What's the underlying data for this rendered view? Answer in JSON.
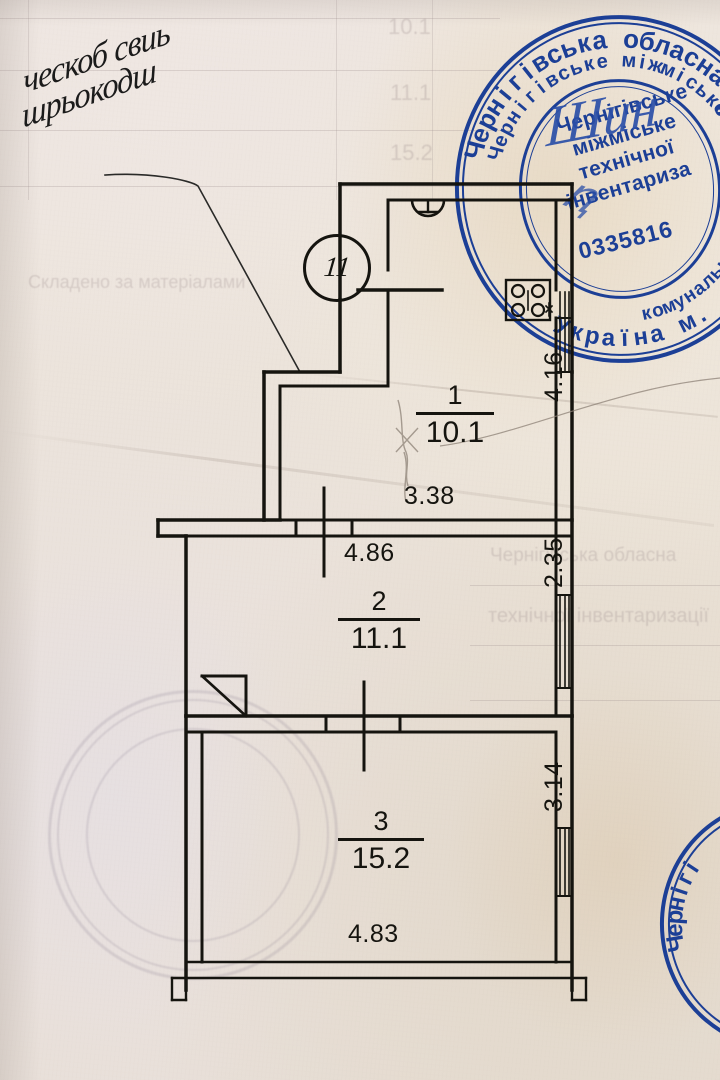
{
  "document": {
    "type": "technical-inventory-floor-plan",
    "apartment_number": "11"
  },
  "handwritten_note": {
    "line1": "ческоб свиь",
    "line2": "шрьокодш"
  },
  "rooms": [
    {
      "number": "1",
      "area": "10.1",
      "width": "3.38",
      "height": "4.16"
    },
    {
      "number": "2",
      "area": "11.1",
      "width": "4.86",
      "height": "2.35"
    },
    {
      "number": "3",
      "area": "15.2",
      "width": "4.83",
      "height": "3.14"
    }
  ],
  "dimensions": {
    "room1_horizontal": "3.38",
    "room1_vertical": "4.16",
    "room2_horizontal": "4.86",
    "room2_vertical": "2.35",
    "room3_horizontal": "4.83",
    "room3_vertical": "3.14"
  },
  "stamp_main": {
    "outer_ring_text": "Чернігівська обласна р",
    "outer_ring_text_2": "Чернігівське міжміське бюро",
    "outer_ring_text_3": "комунальне підприємство",
    "outer_ring_text_4": "Україна м.",
    "center_line1": "Чернігівське",
    "center_line2": "міжміське",
    "center_line3": "технічної",
    "center_line4": "інвентариза",
    "code": "0335816",
    "signature": "Шин",
    "accent_color": "#1c3f96"
  },
  "stamp_corner": {
    "text": "Чернігі"
  },
  "ghost_table": {
    "values": [
      "10.1",
      "11.1",
      "15.2"
    ],
    "row_texts": [
      "Чернігівська обласна",
      "технічної інвентаризації",
      "Складено за матеріалами"
    ]
  },
  "fixtures": {
    "sink": "sink-fixture",
    "stove": "stove-fixture",
    "window": "window-symbol",
    "door": "door-swing"
  },
  "colors": {
    "paper": "#ece4da",
    "ink_line": "#15140f",
    "stamp_blue": "#1c3f96",
    "pencil": "#8d8277"
  }
}
